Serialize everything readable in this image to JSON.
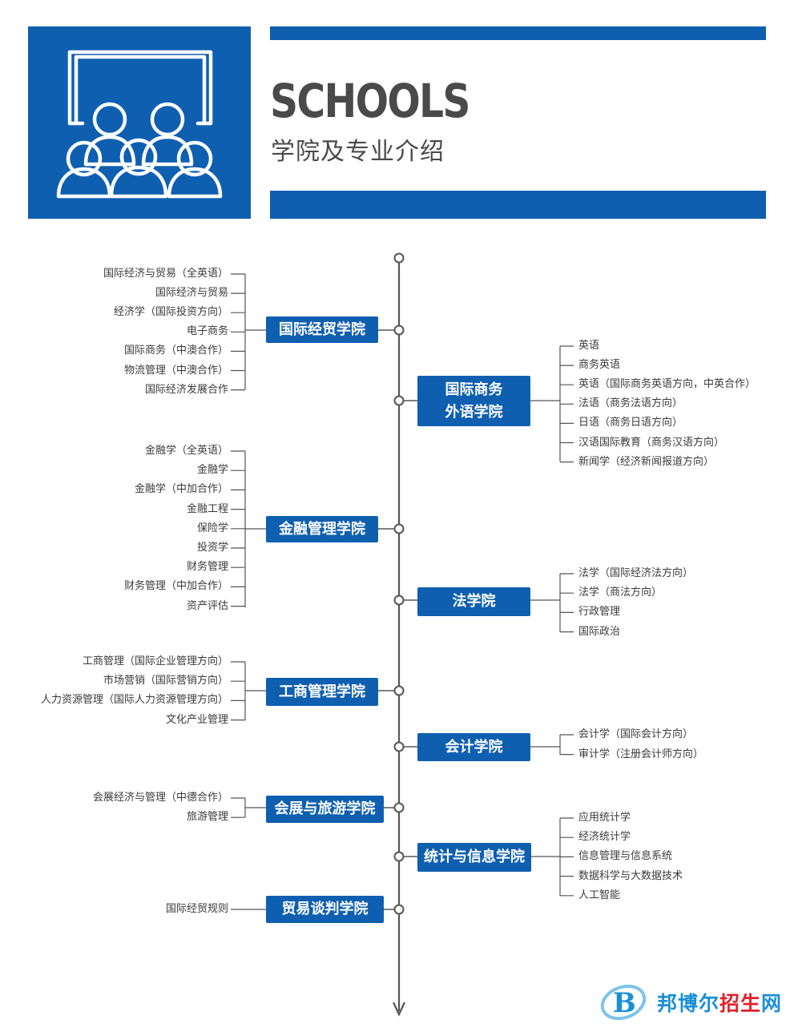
{
  "header": {
    "title_en": "SCHOOLS",
    "title_cn": "学院及专业介绍",
    "icon": "classroom-people-icon",
    "accent_color": "#0f5fb0"
  },
  "colleges": [
    {
      "name": "国际经贸学院",
      "side": "left",
      "majors": [
        "国际经济与贸易（全英语）",
        "国际经济与贸易",
        "经济学（国际投资方向）",
        "电子商务",
        "国际商务（中澳合作）",
        "物流管理（中澳合作）",
        "国际经济发展合作"
      ]
    },
    {
      "name": "国际商务\n外语学院",
      "side": "right",
      "majors": [
        "英语",
        "商务英语",
        "英语（国际商务英语方向，中英合作）",
        "法语（商务法语方向）",
        "日语（商务日语方向）",
        "汉语国际教育（商务汉语方向）",
        "新闻学（经济新闻报道方向）"
      ]
    },
    {
      "name": "金融管理学院",
      "side": "left",
      "majors": [
        "金融学（全英语）",
        "金融学",
        "金融学（中加合作）",
        "金融工程",
        "保险学",
        "投资学",
        "财务管理",
        "财务管理（中加合作）",
        "资产评估"
      ]
    },
    {
      "name": "法学院",
      "side": "right",
      "majors": [
        "法学（国际经济法方向）",
        "法学（商法方向）",
        "行政管理",
        "国际政治"
      ]
    },
    {
      "name": "工商管理学院",
      "side": "left",
      "majors": [
        "工商管理（国际企业管理方向）",
        "市场营销（国际营销方向）",
        "人力资源管理（国际人力资源管理方向）",
        "文化产业管理"
      ]
    },
    {
      "name": "会计学院",
      "side": "right",
      "majors": [
        "会计学（国际会计方向）",
        "审计学（注册会计师方向）"
      ]
    },
    {
      "name": "会展与旅游学院",
      "side": "left",
      "majors": [
        "会展经济与管理（中德合作）",
        "旅游管理"
      ]
    },
    {
      "name": "统计与信息学院",
      "side": "right",
      "majors": [
        "应用统计学",
        "经济统计学",
        "信息管理与信息系统",
        "数据科学与大数据技术",
        "人工智能"
      ]
    },
    {
      "name": "贸易谈判学院",
      "side": "left",
      "majors": [
        "国际经贸规则"
      ]
    }
  ],
  "logo": {
    "icon": "b-circle-logo",
    "text_blue": "邦博尔",
    "text_red": "招生",
    "text_blue2": "网"
  }
}
